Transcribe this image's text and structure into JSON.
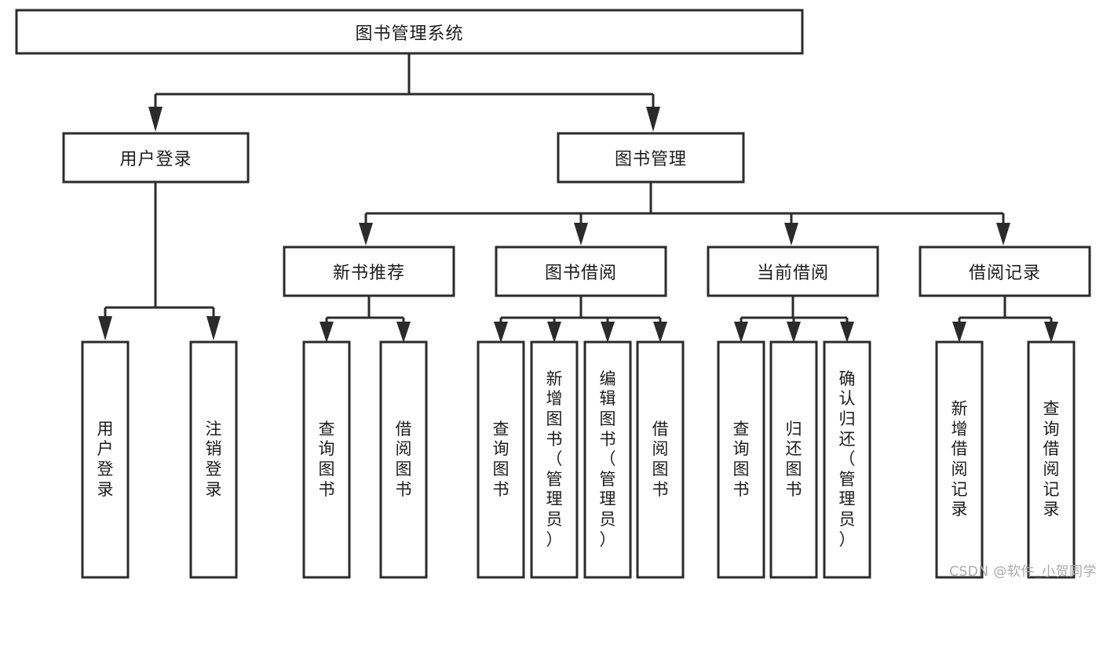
{
  "diagram": {
    "type": "tree",
    "title": "图书管理系统",
    "watermark": "CSDN @软件_小贺同学",
    "colors": {
      "stroke": "#2b2b2b",
      "fill": "#ffffff",
      "text": "#1c1c1c",
      "watermark": "#a9a9a9"
    },
    "root": {
      "id": "root",
      "label": "图书管理系统",
      "orientation": "horizontal"
    },
    "level2": [
      {
        "id": "user-login",
        "label": "用户登录",
        "orientation": "horizontal"
      },
      {
        "id": "book-manage",
        "label": "图书管理",
        "orientation": "horizontal"
      }
    ],
    "level3": [
      {
        "id": "new-book-recommend",
        "label": "新书推荐",
        "orientation": "horizontal",
        "parent": "book-manage"
      },
      {
        "id": "book-borrow",
        "label": "图书借阅",
        "orientation": "horizontal",
        "parent": "book-manage"
      },
      {
        "id": "current-borrow",
        "label": "当前借阅",
        "orientation": "horizontal",
        "parent": "book-manage"
      },
      {
        "id": "borrow-record",
        "label": "借阅记录",
        "orientation": "horizontal",
        "parent": "book-manage"
      }
    ],
    "leaves": [
      {
        "id": "leaf-user-login",
        "label": "用户登录",
        "chars": [
          "用",
          "户",
          "登",
          "录"
        ],
        "parent": "user-login"
      },
      {
        "id": "leaf-logout",
        "label": "注销登录",
        "chars": [
          "注",
          "销",
          "登",
          "录"
        ],
        "parent": "user-login"
      },
      {
        "id": "leaf-query-book-1",
        "label": "查询图书",
        "chars": [
          "查",
          "询",
          "图",
          "书"
        ],
        "parent": "new-book-recommend"
      },
      {
        "id": "leaf-borrow-book-1",
        "label": "借阅图书",
        "chars": [
          "借",
          "阅",
          "图",
          "书"
        ],
        "parent": "new-book-recommend"
      },
      {
        "id": "leaf-query-book-2",
        "label": "查询图书",
        "chars": [
          "查",
          "询",
          "图",
          "书"
        ],
        "parent": "book-borrow"
      },
      {
        "id": "leaf-add-book",
        "label": "新增图书（管理员）",
        "chars": [
          "新",
          "增",
          "图",
          "书",
          "（",
          "管",
          "理",
          "员",
          "）"
        ],
        "parent": "book-borrow"
      },
      {
        "id": "leaf-edit-book",
        "label": "编辑图书（管理员）",
        "chars": [
          "编",
          "辑",
          "图",
          "书",
          "（",
          "管",
          "理",
          "员",
          "）"
        ],
        "parent": "book-borrow"
      },
      {
        "id": "leaf-borrow-book-2",
        "label": "借阅图书",
        "chars": [
          "借",
          "阅",
          "图",
          "书"
        ],
        "parent": "book-borrow"
      },
      {
        "id": "leaf-query-book-3",
        "label": "查询图书",
        "chars": [
          "查",
          "询",
          "图",
          "书"
        ],
        "parent": "current-borrow"
      },
      {
        "id": "leaf-return-book",
        "label": "归还图书",
        "chars": [
          "归",
          "还",
          "图",
          "书"
        ],
        "parent": "current-borrow"
      },
      {
        "id": "leaf-confirm-return",
        "label": "确认归还（管理员）",
        "chars": [
          "确",
          "认",
          "归",
          "还",
          "（",
          "管",
          "理",
          "员",
          "）"
        ],
        "parent": "current-borrow"
      },
      {
        "id": "leaf-add-record",
        "label": "新增借阅记录",
        "chars": [
          "新",
          "增",
          "借",
          "阅",
          "记",
          "录"
        ],
        "parent": "borrow-record"
      },
      {
        "id": "leaf-query-record",
        "label": "查询借阅记录",
        "chars": [
          "查",
          "询",
          "借",
          "阅",
          "记",
          "录"
        ],
        "parent": "borrow-record"
      }
    ]
  }
}
